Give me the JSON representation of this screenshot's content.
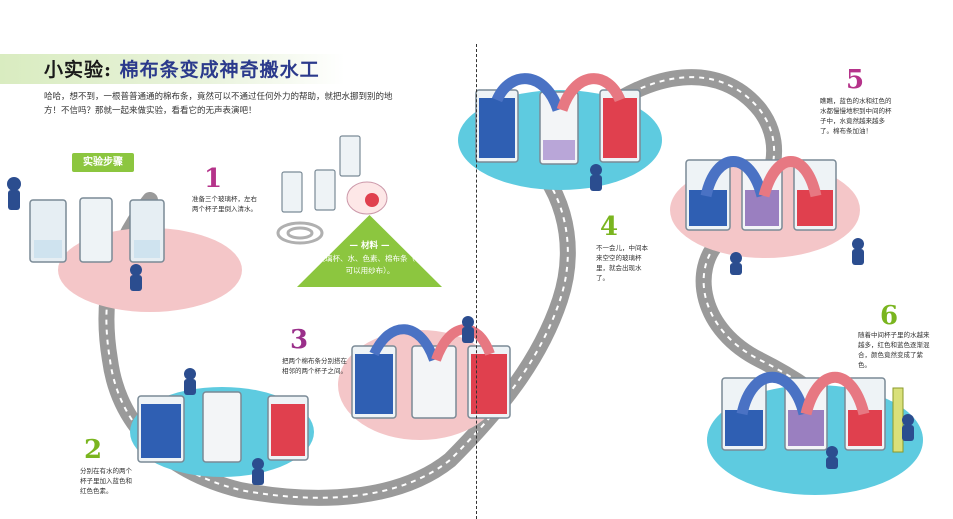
{
  "header": {
    "title_prefix": "小实验:",
    "title_main": "棉布条变成神奇搬水工",
    "intro": "哈哈，想不到，一根普普通通的棉布条，竟然可以不通过任何外力的帮助，就把水挪到别的地方！不信吗？那就一起来做实验，看看它的无声表演吧！"
  },
  "steps_tag": "实验步骤",
  "materials": {
    "title": "— 材料 —",
    "body": "玻璃杯、水、色素、棉布条（也可以用纱布）。"
  },
  "steps": [
    {
      "num": "1",
      "text": "准备三个玻璃杯，左右两个杯子里倒入清水。"
    },
    {
      "num": "2",
      "text": "分别在有水的两个杯子里加入蓝色和红色色素。"
    },
    {
      "num": "3",
      "text": "把两个棉布条分别搭在相邻的两个杯子之间。"
    },
    {
      "num": "4",
      "text": "不一会儿，中间本来空空的玻璃杯里，就会出现水了。"
    },
    {
      "num": "5",
      "text": "瞧瞧，蓝色的水和红色的水都慢慢地积到中间的杯子中，水竟然越来越多了。棉布条加油！"
    },
    {
      "num": "6",
      "text": "随着中间杯子里的水越来越多，红色和蓝色逐渐混合，颜色竟然变成了紫色。"
    }
  ],
  "colors": {
    "blue_water": "#2f5fb3",
    "red_water": "#e0404e",
    "purple_water": "#9a7fc0",
    "pink_disc": "#f4c6c8",
    "cyan_disc": "#5ecbe0",
    "green": "#8cc63f",
    "path": "#9a9a9a",
    "num_purple": "#b5338a",
    "num_green": "#7ab51f",
    "num_purple2": "#9a2f8a"
  },
  "icons": [
    "glass-cup-icon",
    "cloth-strip-icon",
    "cartoon-helper-icon",
    "fishbowl-icon",
    "ruler-icon"
  ]
}
